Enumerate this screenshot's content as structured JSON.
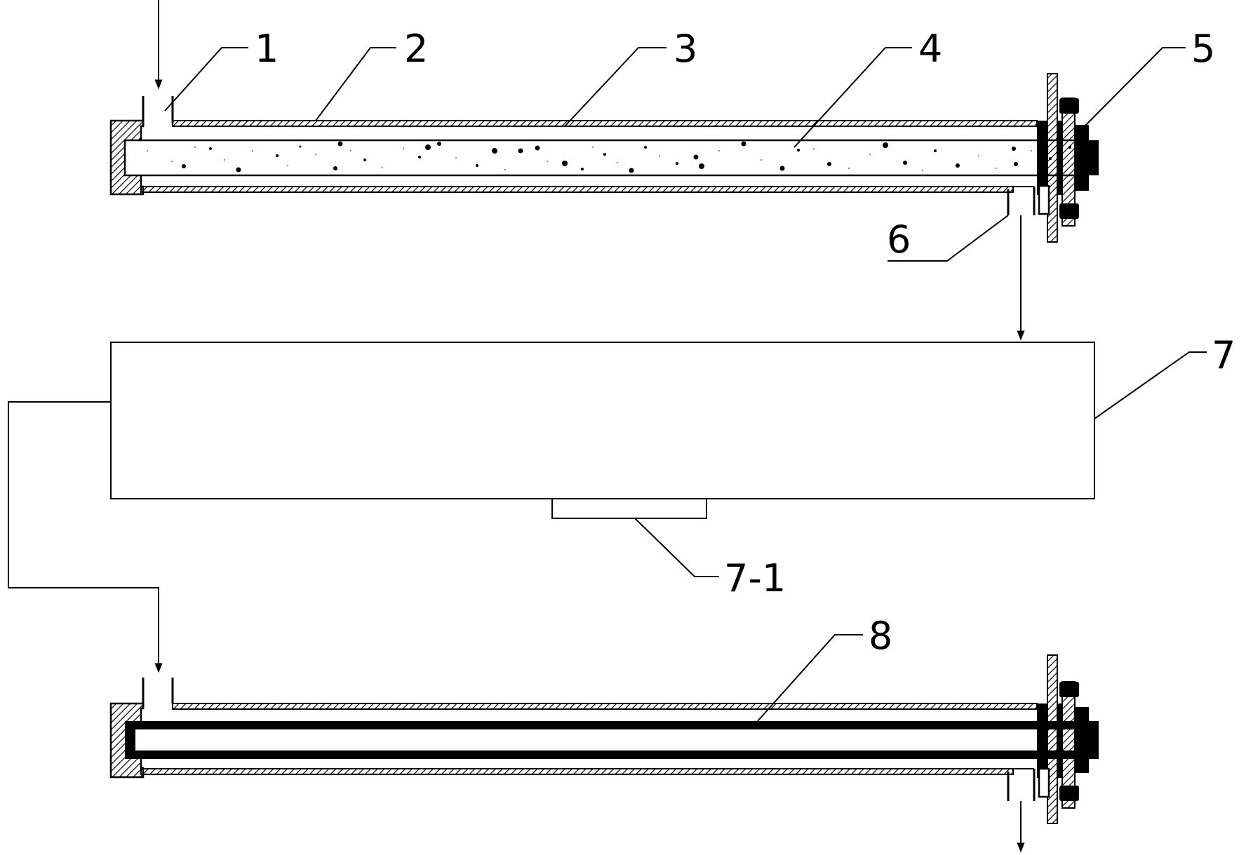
{
  "diagram": {
    "labels": {
      "l1": "1",
      "l2": "2",
      "l3": "3",
      "l4": "4",
      "l5": "5",
      "l6": "6",
      "l7": "7",
      "l7_1": "7-1",
      "l8": "8"
    },
    "colors": {
      "line": "#000000",
      "background": "#ffffff"
    }
  }
}
